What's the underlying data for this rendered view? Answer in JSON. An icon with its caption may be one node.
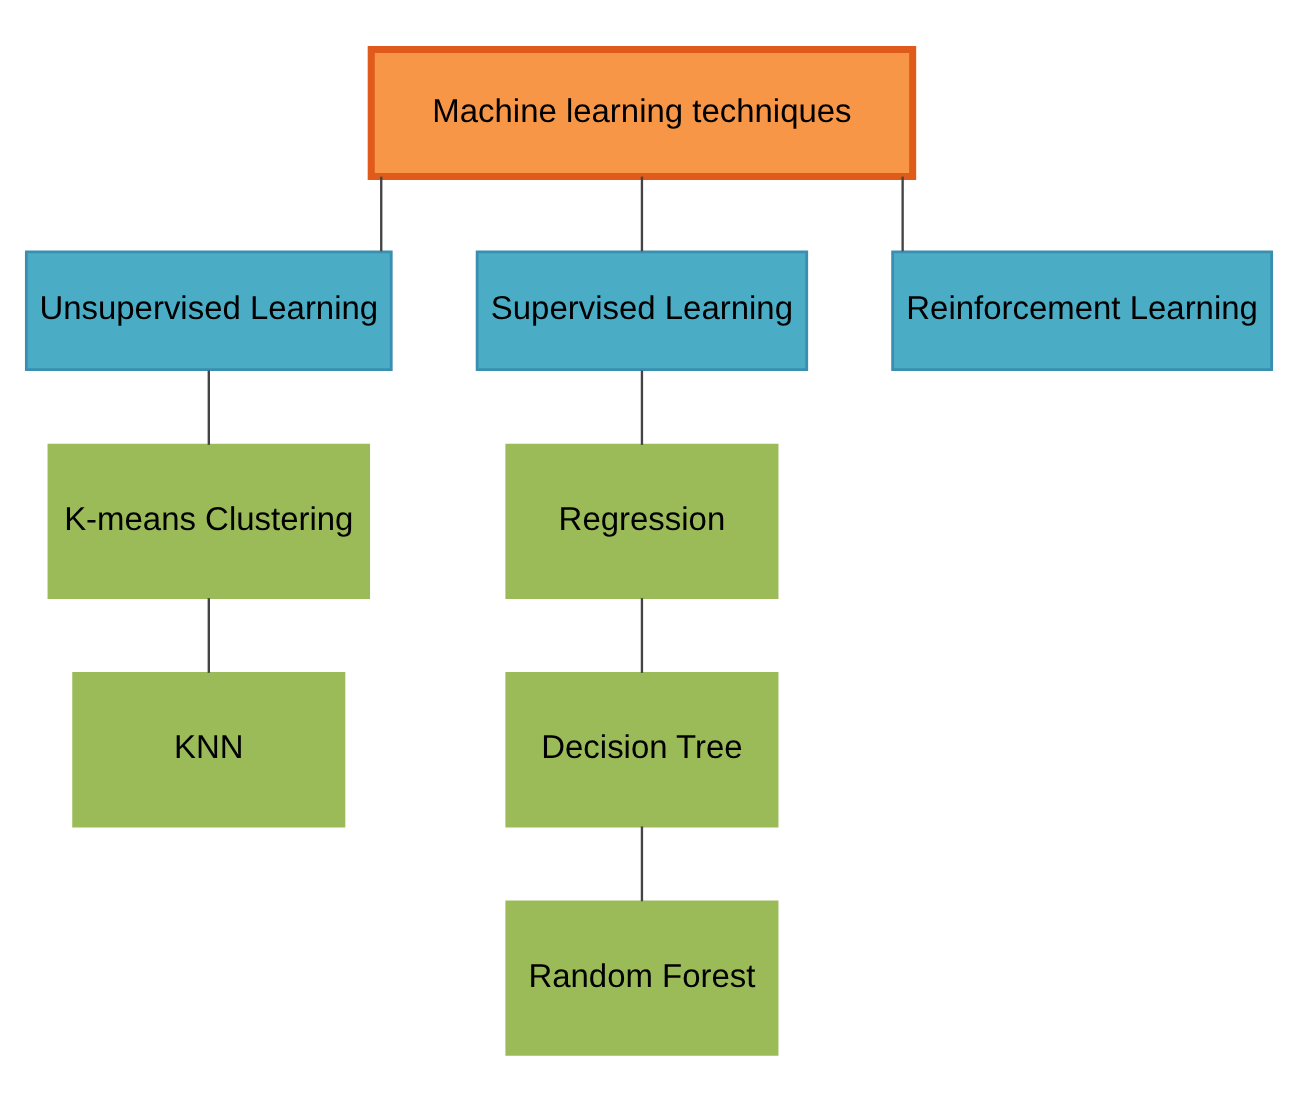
{
  "diagram": {
    "nodes": [
      {
        "text": [
          "Machine learning techniques"
        ]
      },
      {
        "text": [
          "Unsupervised Learning"
        ]
      },
      {
        "text": [
          "Supervised Learning"
        ]
      },
      {
        "text": [
          "Reinforcement Learning"
        ]
      },
      {
        "text": [
          "K-means Clustering"
        ]
      },
      {
        "text": [
          "KNN"
        ]
      },
      {
        "text": [
          "Regression"
        ]
      },
      {
        "text": [
          "Decision Tree"
        ]
      },
      {
        "text": [
          "Random Forest"
        ]
      }
    ],
    "edges": [
      {
        "from": 0,
        "to": 1,
        "arrow": "none"
      },
      {
        "from": 0,
        "to": 2,
        "arrow": "none"
      },
      {
        "from": 0,
        "to": 3,
        "arrow": "none"
      },
      {
        "from": 1,
        "to": 4,
        "arrow": "none"
      },
      {
        "from": 4,
        "to": 5,
        "arrow": "none"
      },
      {
        "from": 2,
        "to": 6,
        "arrow": "none"
      },
      {
        "from": 6,
        "to": 7,
        "arrow": "none"
      },
      {
        "from": 7,
        "to": 8,
        "arrow": "none"
      }
    ]
  }
}
